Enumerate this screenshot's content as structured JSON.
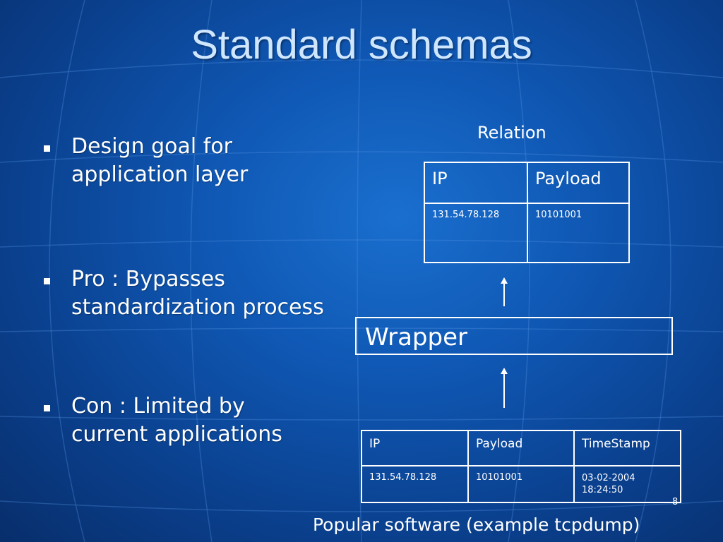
{
  "slide": {
    "title": "Standard schemas",
    "bullets": [
      "Design goal for application layer",
      "Pro : Bypasses standardization process",
      "Con : Limited by current applications"
    ],
    "relation_caption": "Relation",
    "relation_table": {
      "headers": [
        "IP",
        "Payload"
      ],
      "row": [
        "131.54.78.128",
        "10101001"
      ]
    },
    "wrapper_label": "Wrapper",
    "source_table": {
      "headers": [
        "IP",
        "Payload",
        "TimeStamp"
      ],
      "row": [
        "131.54.78.128",
        "10101001",
        "03-02-2004 18:24:50"
      ]
    },
    "source_caption": "Popular software (example tcpdump)",
    "page_number": "8"
  }
}
